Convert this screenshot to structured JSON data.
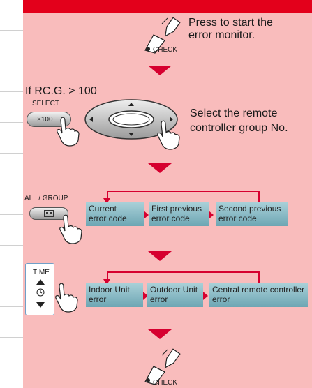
{
  "step_check_start": {
    "button_label": "CHECK",
    "description_line1": "Press to start the",
    "description_line2": "error monitor."
  },
  "step_select": {
    "condition": "If RC.G. > 100",
    "button_label": "SELECT",
    "button_key": "×100",
    "description_line1": "Select the remote",
    "description_line2": "controller group No."
  },
  "step_all_group": {
    "button_label": "ALL / GROUP",
    "boxes": [
      {
        "line1": "Current",
        "line2": "error code"
      },
      {
        "line1": "First previous",
        "line2": "error code"
      },
      {
        "line1": "Second previous",
        "line2": "error code"
      }
    ]
  },
  "step_time": {
    "button_label": "TIME",
    "boxes": [
      {
        "line1": "Indoor Unit",
        "line2": "error"
      },
      {
        "line1": "Outdoor Unit",
        "line2": "error"
      },
      {
        "line1": "Central remote controller",
        "line2": "error"
      }
    ]
  },
  "step_check_end": {
    "button_label": "CHECK"
  },
  "colors": {
    "panel": "#f9bcbc",
    "accent_red": "#d6002f",
    "box_teal": "#7fb3bf"
  }
}
